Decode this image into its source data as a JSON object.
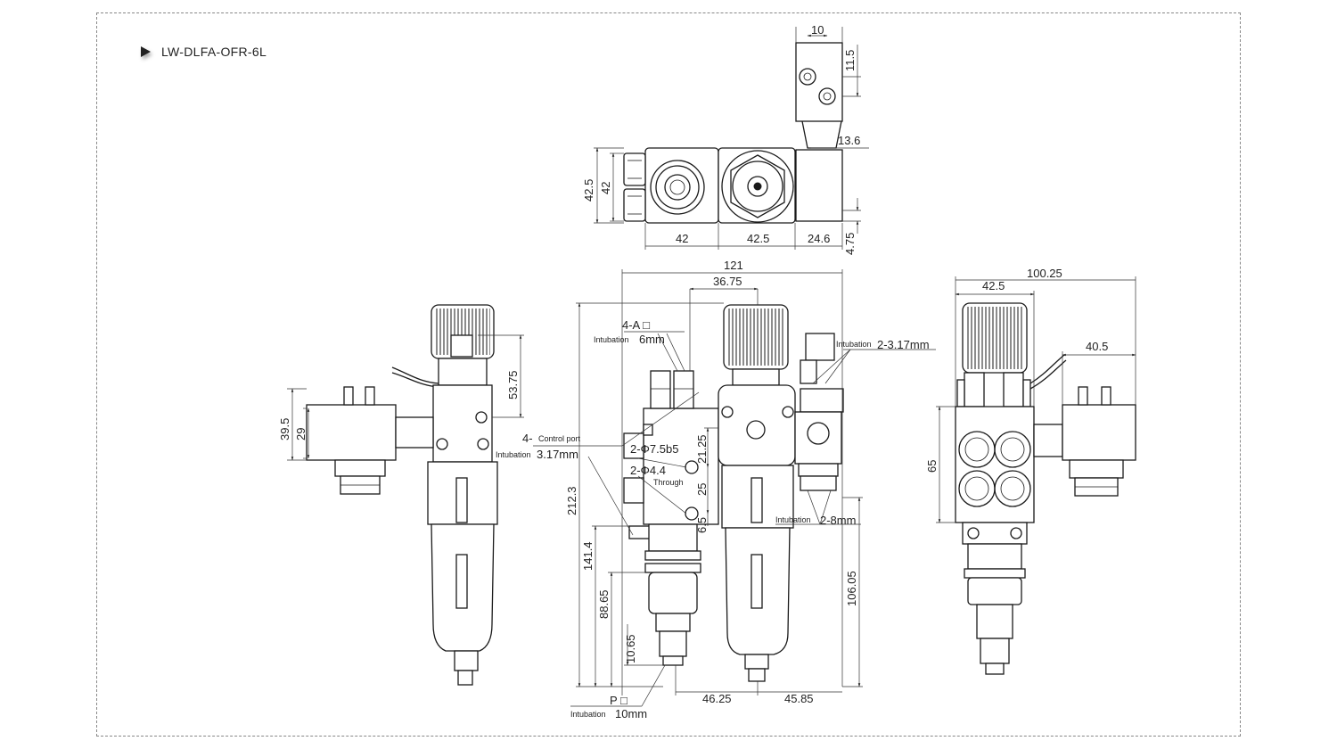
{
  "header": {
    "model": "LW-DLFA-OFR-6L"
  },
  "top_view": {
    "dims": {
      "d10": "10",
      "d11_5": "11.5",
      "d13_6": "13.6",
      "d42_5v": "42.5",
      "d42v": "42",
      "d42h": "42",
      "d42_5h": "42.5",
      "d24_6": "24.6",
      "d4_75": "4.75"
    }
  },
  "left_view": {
    "dims": {
      "d53_75": "53.75",
      "d39_5": "39.5",
      "d29": "29"
    }
  },
  "front_view": {
    "dims": {
      "d121": "121",
      "d36_75": "36.75",
      "d212_3": "212.3",
      "d141_4": "141.4",
      "d88_65": "88.65",
      "d10_65": "10.65",
      "d46_25": "46.25",
      "d45_85": "45.85",
      "d106_05": "106.05",
      "d21_25": "21.25",
      "d25": "25",
      "d6_5": "6.5"
    },
    "callouts": {
      "a_port": "4-A □",
      "a_tube_label": "Intubation",
      "a_tube_size": "6mm",
      "ctrl_prefix": "4-",
      "ctrl_label": "Control port",
      "ctrl_tube_label": "Intubation",
      "ctrl_tube_size": "3.17mm",
      "hole1": "2-Φ7.5b5",
      "hole2": "2-Φ4.4",
      "hole2_note": "Through",
      "right_tube_label": "Intubation",
      "right_tube_size": "2-3.17mm",
      "lower_tube_label": "Intubation",
      "lower_tube_size": "2-8mm",
      "p_port": "P □",
      "p_tube_label": "Intubation",
      "p_tube_size": "10mm"
    }
  },
  "right_view": {
    "dims": {
      "d100_25": "100.25",
      "d42_5": "42.5",
      "d40_5": "40.5",
      "d65": "65"
    }
  }
}
